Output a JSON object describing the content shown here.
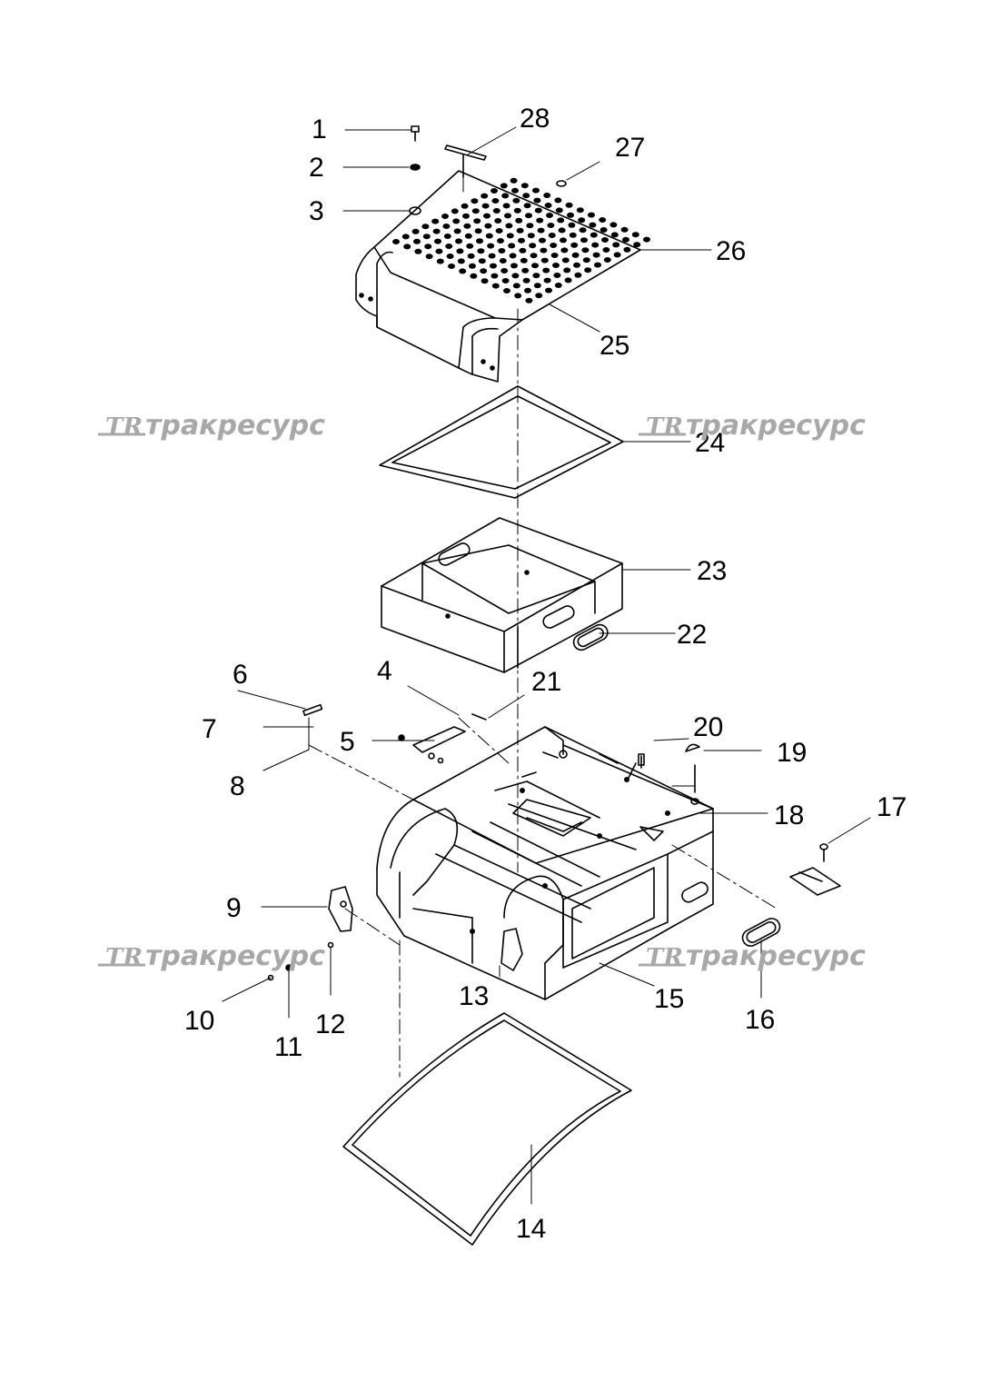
{
  "watermark": {
    "brand_text": "тракресурс",
    "logo_text": "TR",
    "color": "#a8a8a8"
  },
  "callouts": [
    "1",
    "2",
    "3",
    "4",
    "5",
    "6",
    "7",
    "8",
    "9",
    "10",
    "11",
    "12",
    "13",
    "14",
    "15",
    "16",
    "17",
    "18",
    "19",
    "20",
    "21",
    "22",
    "23",
    "24",
    "25",
    "26",
    "27",
    "28"
  ],
  "colors": {
    "line": "#000000",
    "background": "#ffffff"
  }
}
